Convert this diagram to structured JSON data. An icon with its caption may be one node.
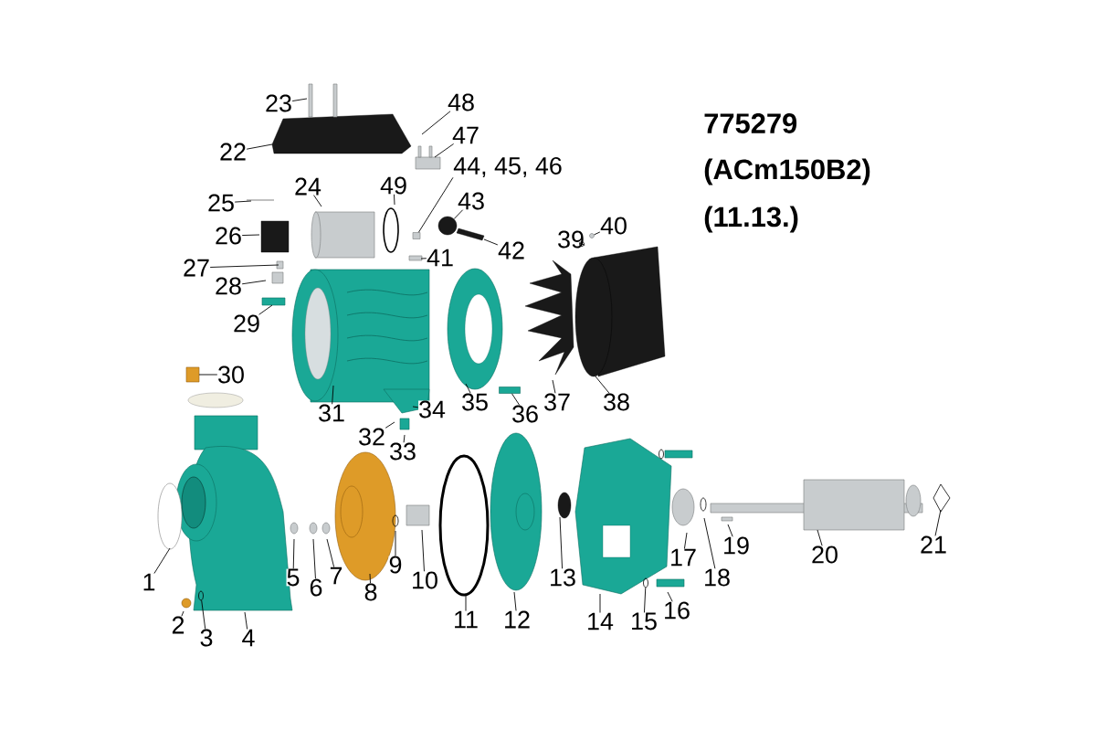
{
  "diagram": {
    "nodes": [
      {
        "text": [
          "1"
        ]
      },
      {
        "text": [
          "2"
        ]
      },
      {
        "text": [
          "3"
        ]
      },
      {
        "text": [
          "4"
        ]
      },
      {
        "text": [
          "5"
        ]
      },
      {
        "text": [
          "6"
        ]
      },
      {
        "text": [
          "7"
        ]
      },
      {
        "text": [
          "8"
        ]
      },
      {
        "text": [
          "9"
        ]
      },
      {
        "text": [
          "10"
        ]
      },
      {
        "text": [
          "11"
        ]
      },
      {
        "text": [
          "12"
        ]
      },
      {
        "text": [
          "13"
        ]
      },
      {
        "text": [
          "14"
        ]
      },
      {
        "text": [
          "15"
        ]
      },
      {
        "text": [
          "16"
        ]
      },
      {
        "text": [
          "17"
        ]
      },
      {
        "text": [
          "18"
        ]
      },
      {
        "text": [
          "19"
        ]
      },
      {
        "text": [
          "20"
        ]
      },
      {
        "text": [
          "21"
        ]
      },
      {
        "text": [
          "22"
        ]
      },
      {
        "text": [
          "23"
        ]
      },
      {
        "text": [
          "24"
        ]
      },
      {
        "text": [
          "25"
        ]
      },
      {
        "text": [
          "26"
        ]
      },
      {
        "text": [
          "27"
        ]
      },
      {
        "text": [
          "28"
        ]
      },
      {
        "text": [
          "29"
        ]
      },
      {
        "text": [
          "30"
        ]
      },
      {
        "text": [
          "31"
        ]
      },
      {
        "text": [
          "32"
        ]
      },
      {
        "text": [
          "33"
        ]
      },
      {
        "text": [
          "34"
        ]
      },
      {
        "text": [
          "35"
        ]
      },
      {
        "text": [
          "36"
        ]
      },
      {
        "text": [
          "37"
        ]
      },
      {
        "text": [
          "38"
        ]
      },
      {
        "text": [
          "39"
        ]
      },
      {
        "text": [
          "40"
        ]
      },
      {
        "text": [
          "41"
        ]
      },
      {
        "text": [
          "42"
        ]
      },
      {
        "text": [
          "43"
        ]
      },
      {
        "text": [
          "44, 45, 46"
        ]
      },
      {
        "text": [
          "47"
        ]
      },
      {
        "text": [
          "48"
        ]
      },
      {
        "text": [
          "49"
        ]
      },
      {
        "text": [],
        "shape": "picture"
      },
      {
        "text": [],
        "shape": "picture"
      },
      {
        "text": [],
        "shape": "box"
      },
      {
        "text": [],
        "shape": "picture"
      },
      {
        "text": [],
        "shape": "circle"
      },
      {
        "text": [],
        "shape": "circle"
      },
      {
        "text": [],
        "shape": "box"
      }
    ],
    "edges": [
      {
        "from": 0,
        "to": null,
        "arrow": "none"
      },
      {
        "from": 1,
        "to": null,
        "arrow": "none"
      },
      {
        "from": 2,
        "to": 47,
        "arrow": "none"
      },
      {
        "from": 3,
        "to": null,
        "arrow": "none"
      },
      {
        "from": 4,
        "to": null,
        "arrow": "none"
      },
      {
        "from": 5,
        "to": null,
        "arrow": "none"
      },
      {
        "from": 6,
        "to": null,
        "arrow": "none"
      },
      {
        "from": 7,
        "to": null,
        "arrow": "none"
      },
      {
        "from": 8,
        "to": null,
        "arrow": "none"
      },
      {
        "from": 9,
        "to": null,
        "arrow": "none"
      },
      {
        "from": 10,
        "to": null,
        "arrow": "none"
      },
      {
        "from": 11,
        "to": null,
        "arrow": "none"
      },
      {
        "from": 12,
        "to": null,
        "arrow": "none"
      },
      {
        "from": 13,
        "to": null,
        "arrow": "none"
      },
      {
        "from": 14,
        "to": 48,
        "arrow": "none"
      },
      {
        "from": 15,
        "to": null,
        "arrow": "none"
      },
      {
        "from": 16,
        "to": null,
        "arrow": "none"
      },
      {
        "from": 17,
        "to": null,
        "arrow": "none"
      },
      {
        "from": 18,
        "to": null,
        "arrow": "none"
      },
      {
        "from": 19,
        "to": null,
        "arrow": "none"
      },
      {
        "from": 20,
        "to": null,
        "arrow": "none"
      },
      {
        "from": 21,
        "to": null,
        "arrow": "none"
      },
      {
        "from": 22,
        "to": null,
        "arrow": "none"
      },
      {
        "from": 23,
        "to": null,
        "arrow": "none"
      },
      {
        "from": 24,
        "to": null,
        "arrow": "none"
      },
      {
        "from": 25,
        "to": null,
        "arrow": "none"
      },
      {
        "from": 26,
        "to": null,
        "arrow": "none"
      },
      {
        "from": 27,
        "to": null,
        "arrow": "none"
      },
      {
        "from": 28,
        "to": null,
        "arrow": "none"
      },
      {
        "from": 29,
        "to": null,
        "arrow": "none"
      },
      {
        "from": 30,
        "to": null,
        "arrow": "none"
      },
      {
        "from": 31,
        "to": null,
        "arrow": "none"
      },
      {
        "from": 32,
        "to": null,
        "arrow": "none"
      },
      {
        "from": 33,
        "to": null,
        "arrow": "none"
      },
      {
        "from": 34,
        "to": null,
        "arrow": "none"
      },
      {
        "from": 35,
        "to": 49,
        "arrow": "none"
      },
      {
        "from": 36,
        "to": null,
        "arrow": "none"
      },
      {
        "from": 37,
        "to": null,
        "arrow": "none"
      },
      {
        "from": 38,
        "to": 50,
        "arrow": "none"
      },
      {
        "from": 39,
        "to": 51,
        "arrow": "none"
      },
      {
        "from": 40,
        "to": null,
        "arrow": "none"
      },
      {
        "from": 41,
        "to": null,
        "arrow": "none"
      },
      {
        "from": 42,
        "to": 52,
        "arrow": "none"
      },
      {
        "from": 43,
        "to": 53,
        "arrow": "none"
      },
      {
        "from": 44,
        "to": null,
        "arrow": "none"
      },
      {
        "from": 45,
        "to": null,
        "arrow": "none"
      },
      {
        "from": 46,
        "to": null,
        "arrow": "none"
      }
    ],
    "labels": [
      "775279",
      "(ACm150B2)",
      "(11.13.)"
    ]
  }
}
